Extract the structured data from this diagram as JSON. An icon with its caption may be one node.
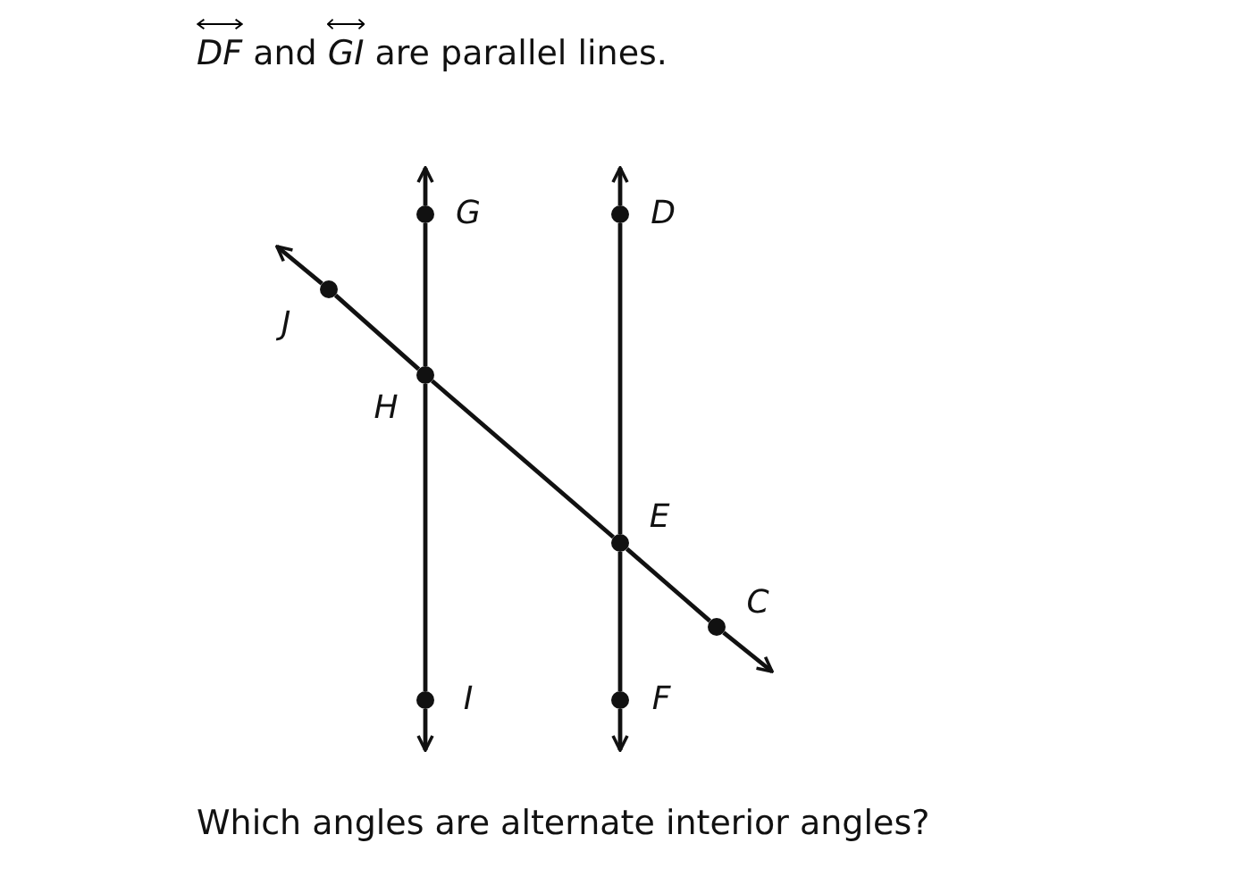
{
  "diagram": {
    "title": "*DF* and *GI* are parallel lines.",
    "nodes": [
      {
        "text": [],
        "shape": "circle",
        "beside": [
          "G"
        ]
      },
      {
        "text": [],
        "shape": "circle",
        "beside": [
          "D"
        ]
      },
      {
        "text": [],
        "shape": "circle",
        "beside": [
          "J"
        ]
      },
      {
        "text": [],
        "shape": "circle",
        "beside": [
          "H"
        ]
      },
      {
        "text": [],
        "shape": "circle",
        "beside": [
          "E"
        ]
      },
      {
        "text": [],
        "shape": "circle",
        "beside": [
          "C"
        ]
      },
      {
        "text": [],
        "shape": "circle",
        "beside": [
          "I"
        ]
      },
      {
        "text": [],
        "shape": "circle",
        "beside": [
          "F"
        ]
      }
    ],
    "edges": [
      {
        "from": 0,
        "to": null,
        "arrow": "to"
      },
      {
        "from": 0,
        "to": 3,
        "arrow": "none"
      },
      {
        "from": 3,
        "to": 6,
        "arrow": "none"
      },
      {
        "from": 6,
        "to": null,
        "arrow": "to"
      },
      {
        "from": 1,
        "to": null,
        "arrow": "to"
      },
      {
        "from": 1,
        "to": 4,
        "arrow": "none"
      },
      {
        "from": 4,
        "to": 7,
        "arrow": "none"
      },
      {
        "from": 7,
        "to": null,
        "arrow": "to"
      },
      {
        "from": 2,
        "to": null,
        "arrow": "to"
      },
      {
        "from": 2,
        "to": 3,
        "arrow": "none"
      },
      {
        "from": 3,
        "to": 4,
        "arrow": "none"
      },
      {
        "from": 4,
        "to": 5,
        "arrow": "none"
      },
      {
        "from": 5,
        "to": null,
        "arrow": "to"
      }
    ],
    "caption": "Which angles are alternate interior angles?"
  }
}
